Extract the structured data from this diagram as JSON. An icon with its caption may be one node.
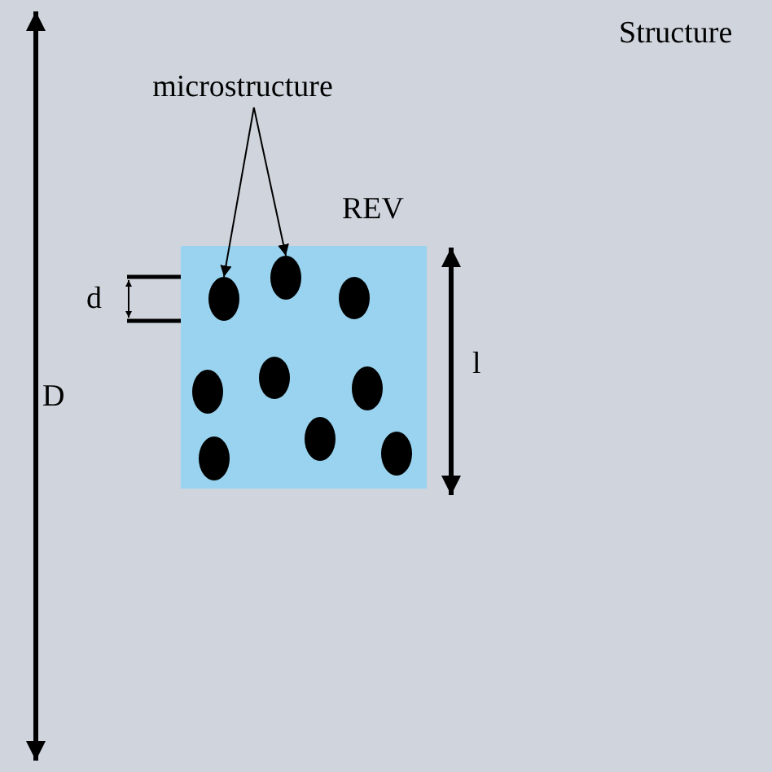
{
  "diagram": {
    "title": "Structure",
    "nodes": [
      {
        "text": [
          "microstructure"
        ]
      },
      {
        "text": [
          "REV"
        ]
      },
      {
        "text": [],
        "shape": "circle",
        "in": 1
      },
      {
        "text": [],
        "shape": "circle",
        "in": 1
      },
      {
        "text": [],
        "shape": "circle",
        "in": 1
      },
      {
        "text": [],
        "shape": "circle",
        "in": 1
      },
      {
        "text": [],
        "shape": "circle",
        "in": 1
      },
      {
        "text": [],
        "shape": "circle",
        "in": 1
      },
      {
        "text": [],
        "shape": "circle",
        "in": 1
      },
      {
        "text": [],
        "shape": "circle",
        "in": 1
      },
      {
        "text": [],
        "shape": "circle",
        "in": 1
      }
    ],
    "edges": [
      {
        "from": 0,
        "to": 2,
        "arrow": "to"
      },
      {
        "from": 0,
        "to": 3,
        "arrow": "to"
      }
    ],
    "labels": [
      "D",
      "d",
      "l"
    ]
  }
}
